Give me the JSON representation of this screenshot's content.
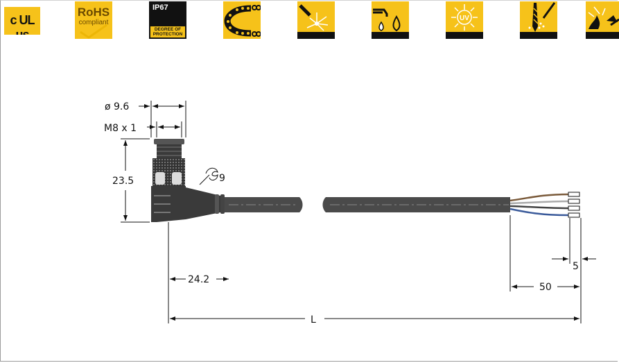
{
  "badges": {
    "ul": "c UL us",
    "rohs_title": "RoHS",
    "rohs_sub": "compliant",
    "ip_title": "IP67",
    "ip_sub": "DEGREE OF PROTECTION"
  },
  "icons": [
    "ul-certification-icon",
    "rohs-compliant-icon",
    "ip67-protection-icon",
    "drag-chain-icon",
    "welding-spatter-icon",
    "oil-resistant-icon",
    "uv-resistant-icon",
    "cutting-fluid-icon",
    "flame-retardant-icon"
  ],
  "colors": {
    "badge_yellow": "#f6c21a",
    "badge_dark": "#111111",
    "cable": "#4a4a4a",
    "connector": "#2e2e2e"
  },
  "dimensions": {
    "diameter": "ø 9.6",
    "thread": "M8 x 1",
    "height": "23.5",
    "wrench": "9",
    "offset": "24.2",
    "stripped_length": "50",
    "ferrule": "5",
    "total_length": "L"
  }
}
